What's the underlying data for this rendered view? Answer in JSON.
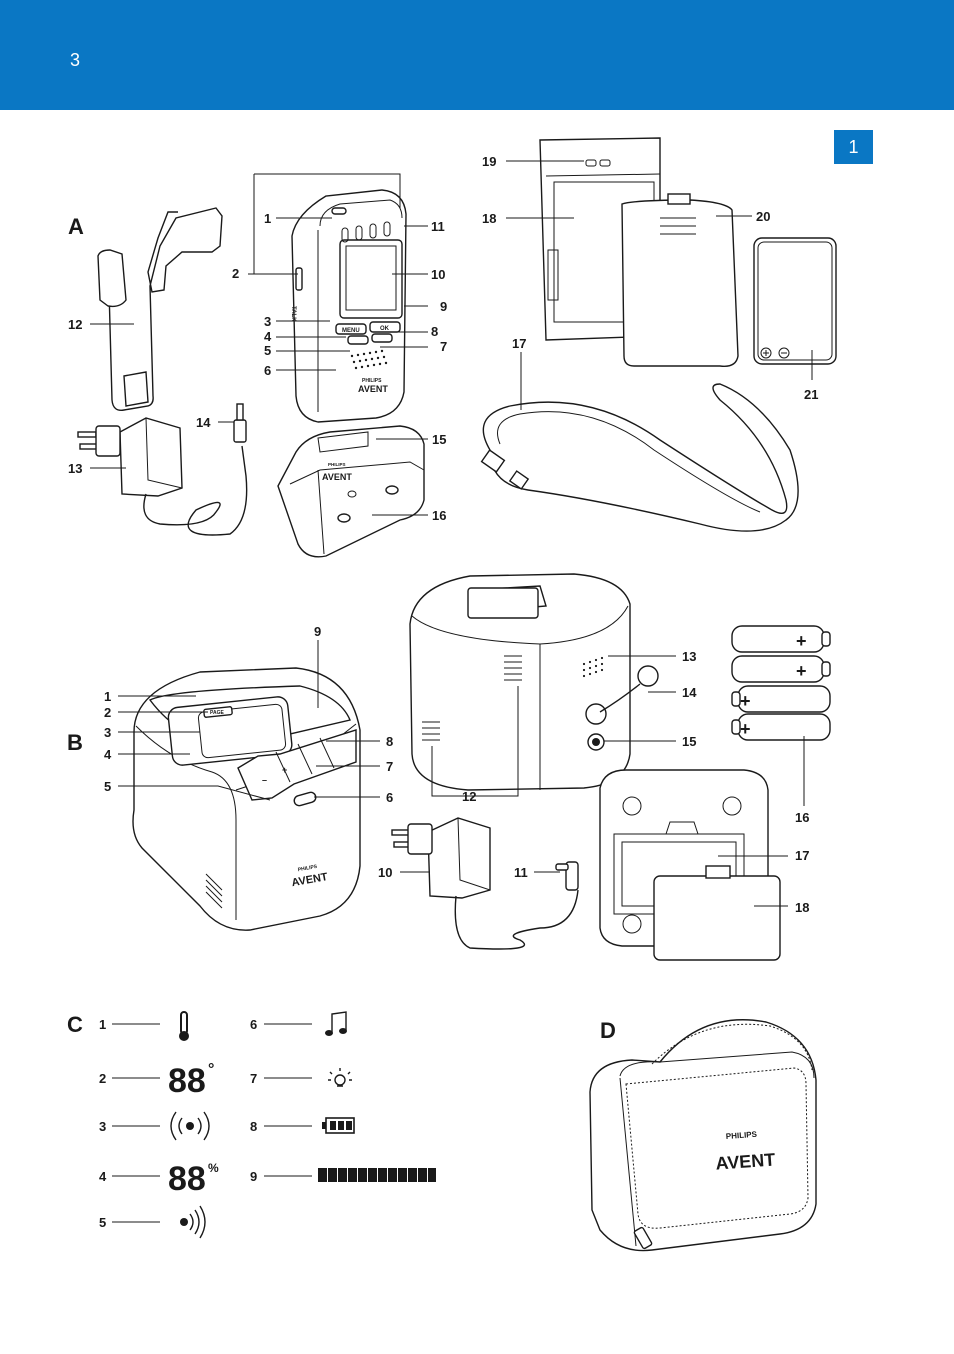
{
  "header": {
    "page_number": "3",
    "section_tab": "1",
    "color": "#0a77c4"
  },
  "sections": {
    "a": "A",
    "b": "B",
    "c": "C",
    "d": "D"
  },
  "brand": {
    "top": "PHILIPS",
    "bottom": "AVENT"
  },
  "device_labels": {
    "menu": "MENU",
    "ok": "OK",
    "talk": "TALK",
    "page": "PAGE"
  },
  "callouts_a": [
    "1",
    "2",
    "3",
    "4",
    "5",
    "6",
    "7",
    "8",
    "9",
    "10",
    "11",
    "12",
    "13",
    "14",
    "15",
    "16",
    "17",
    "18",
    "19",
    "20",
    "21"
  ],
  "callouts_b": [
    "1",
    "2",
    "3",
    "4",
    "5",
    "6",
    "7",
    "8",
    "9",
    "10",
    "11",
    "12",
    "13",
    "14",
    "15",
    "16",
    "17",
    "18"
  ],
  "callouts_c": [
    "1",
    "2",
    "3",
    "4",
    "5",
    "6",
    "7",
    "8",
    "9"
  ],
  "icons_c": {
    "c2_digits": "88",
    "c2_unit": "°",
    "c4_digits": "88",
    "c4_unit": "%"
  },
  "icon_names": [
    "thermometer-icon",
    "temperature-display-icon",
    "alarm-waves-icon",
    "humidity-display-icon",
    "sound-waves-icon",
    "music-note-icon",
    "night-light-icon",
    "battery-icon",
    "sound-level-bar-icon"
  ]
}
